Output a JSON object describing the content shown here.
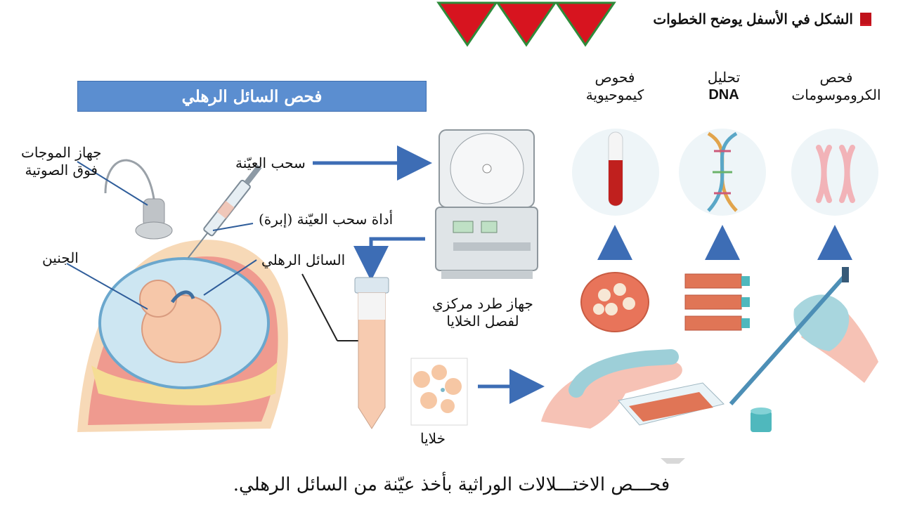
{
  "heading": "الشكل في الأسفل يوضح الخطوات",
  "banner_title": "فحص السائل الرهلي",
  "labels": {
    "ultrasound_line1": "جهاز الموجات",
    "ultrasound_line2": "فوق الصوتية",
    "sample_draw": "سحب العيّنة",
    "needle": "أداة سحب العيّنة (إبرة)",
    "fetus": "الجنين",
    "amniotic_fluid": "السائل الرهلي",
    "centrifuge_line1": "جهاز طرد مركزي",
    "centrifuge_line2": "لفصل الخلايا",
    "cells": "خلايا",
    "biochem_line1": "فحوص",
    "biochem_line2": "كيموحيوية",
    "dna_line1": "تحليل",
    "dna_line2": "DNA",
    "chromosome_line1": "فحص",
    "chromosome_line2": "الكروموسومات"
  },
  "caption": "فحـــص الاختـــلالات الوراثية بأخذ عيّنة من السائل الرهلي.",
  "colors": {
    "accent_red": "#d7141f",
    "triangle_green": "#2e8b3a",
    "banner_blue": "#5b8ed0",
    "arrow_blue": "#3d6db5"
  }
}
